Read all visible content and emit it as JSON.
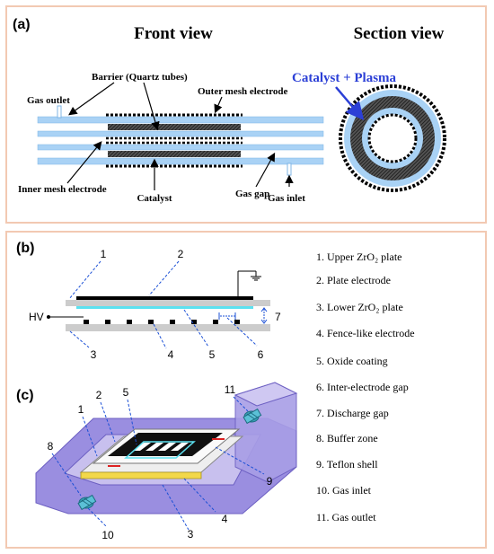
{
  "panel_a": {
    "label": "(a)",
    "front_view_title": "Front view",
    "section_view_title": "Section view",
    "labels": {
      "gas_outlet": "Gas outlet",
      "barrier": "Barrier (Quartz tubes)",
      "outer_mesh": "Outer mesh electrode",
      "inner_mesh": "Inner mesh electrode",
      "catalyst": "Catalyst",
      "gas_gap": "Gas gap",
      "gas_inlet": "Gas inlet",
      "catalyst_plasma": "Catalyst + Plasma"
    },
    "colors": {
      "quartz": "#a9d2f5",
      "highlight": "#2b3fd6",
      "border": "#f2c9b2"
    }
  },
  "panel_b": {
    "label": "(b)",
    "hv_label": "HV",
    "callouts": [
      "1",
      "2",
      "3",
      "4",
      "5",
      "6",
      "7"
    ]
  },
  "panel_c": {
    "label": "(c)",
    "callouts": [
      "1",
      "2",
      "3",
      "4",
      "5",
      "8",
      "9",
      "10",
      "11"
    ]
  },
  "legend": [
    "1. Upper ZrO₂ plate",
    "2. Plate electrode",
    "3. Lower ZrO₂ plate",
    "4. Fence-like electrode",
    "5. Oxide coating",
    "6. Inter-electrode gap",
    "7. Discharge gap",
    "8. Buffer zone",
    "9. Teflon shell",
    "10. Gas inlet",
    "11. Gas outlet"
  ]
}
